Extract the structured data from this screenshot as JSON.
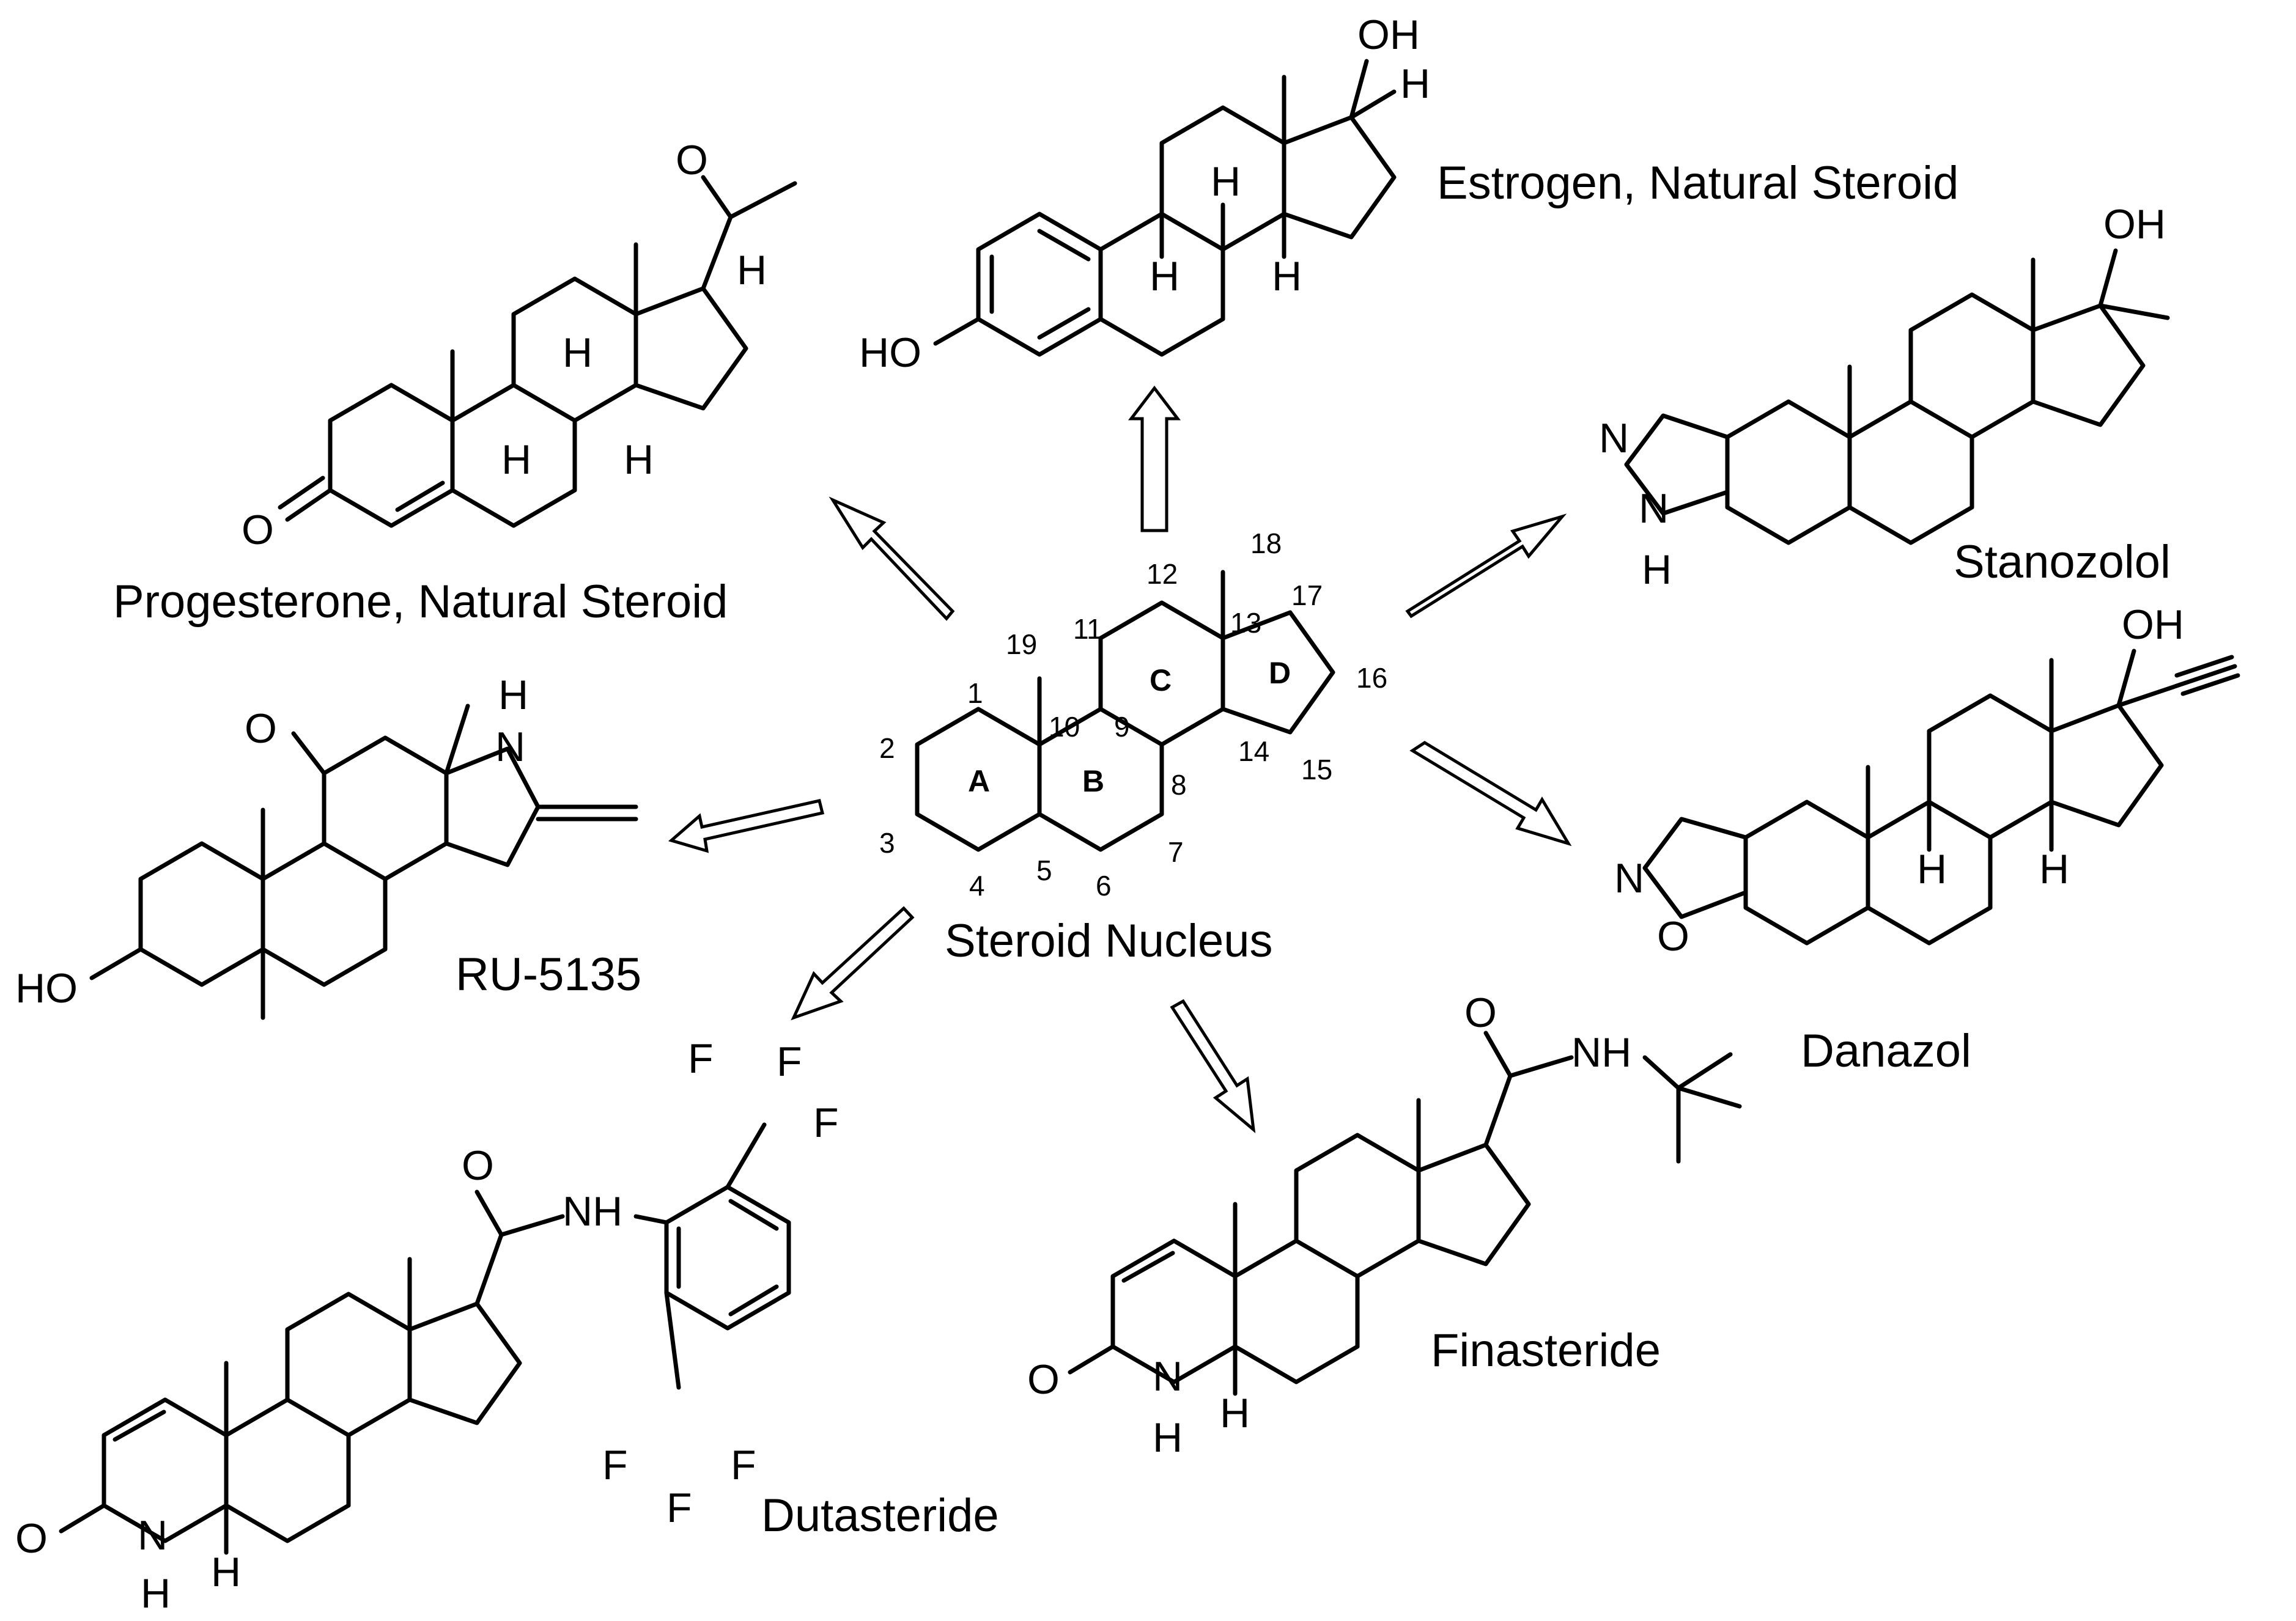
{
  "nucleus": {
    "caption": "Steroid Nucleus",
    "rings": [
      "A",
      "B",
      "C",
      "D"
    ],
    "positions": [
      "1",
      "2",
      "3",
      "4",
      "5",
      "6",
      "7",
      "8",
      "9",
      "10",
      "11",
      "12",
      "13",
      "14",
      "15",
      "16",
      "17",
      "18",
      "19"
    ]
  },
  "compounds": {
    "estrogen": {
      "name": "Estrogen, Natural Steroid",
      "atoms": [
        "OH",
        "H",
        "H",
        "H",
        "H",
        "HO"
      ]
    },
    "progesterone": {
      "name": "Progesterone, Natural Steroid",
      "atoms": [
        "O",
        "H",
        "H",
        "H",
        "H",
        "O"
      ]
    },
    "stanozolol": {
      "name": "Stanozolol",
      "atoms": [
        "OH",
        "N",
        "N",
        "H"
      ]
    },
    "danazol": {
      "name": "Danazol",
      "atoms": [
        "OH",
        "N",
        "O",
        "H",
        "H"
      ]
    },
    "ru5135": {
      "name": "RU-5135",
      "atoms": [
        "O",
        "H",
        "N",
        "HO"
      ]
    },
    "finasteride": {
      "name": "Finasteride",
      "atoms": [
        "O",
        "NH",
        "O",
        "N",
        "H",
        "H"
      ]
    },
    "dutasteride": {
      "name": "Dutasteride",
      "atoms": [
        "O",
        "NH",
        "F",
        "F",
        "F",
        "F",
        "F",
        "F",
        "O",
        "N",
        "H",
        "H"
      ]
    }
  }
}
